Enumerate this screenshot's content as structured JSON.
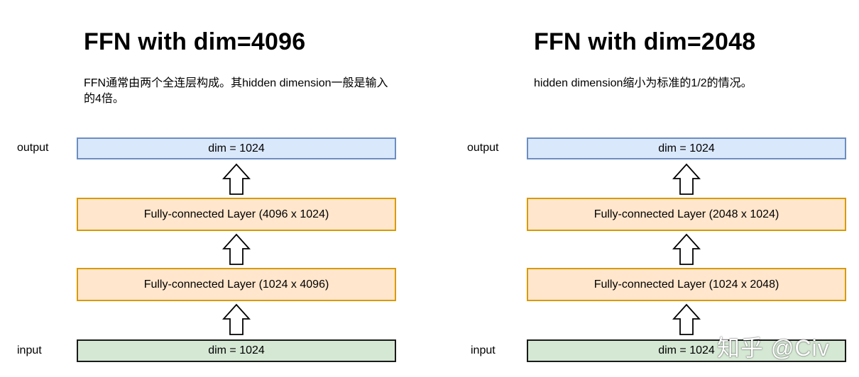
{
  "left": {
    "title": "FFN with dim=4096",
    "description": "FFN通常由两个全连层构成。其hidden dimension一般是输入的4倍。",
    "output_label": "output",
    "input_label": "input",
    "output_box": "dim = 1024",
    "fc_top": "Fully-connected Layer (4096 x 1024)",
    "fc_bottom": "Fully-connected Layer (1024 x 4096)",
    "input_box": "dim = 1024"
  },
  "right": {
    "title": "FFN with dim=2048",
    "description": "hidden dimension缩小为标准的1/2的情况。",
    "output_label": "output",
    "input_label": "input",
    "output_box": "dim = 1024",
    "fc_top": "Fully-connected Layer (2048 x 1024)",
    "fc_bottom": "Fully-connected Layer (1024 x 2048)",
    "input_box": "dim = 1024"
  },
  "watermark": "知乎 @Civ",
  "colors": {
    "output_fill": "#dae8fc",
    "output_border": "#6c8ebf",
    "fc_fill": "#ffe6cc",
    "fc_border": "#d79b00",
    "input_fill": "#d5e8d4",
    "input_border": "#1a1a1a"
  },
  "icons": {
    "flow_arrow": "up-arrow-icon"
  }
}
